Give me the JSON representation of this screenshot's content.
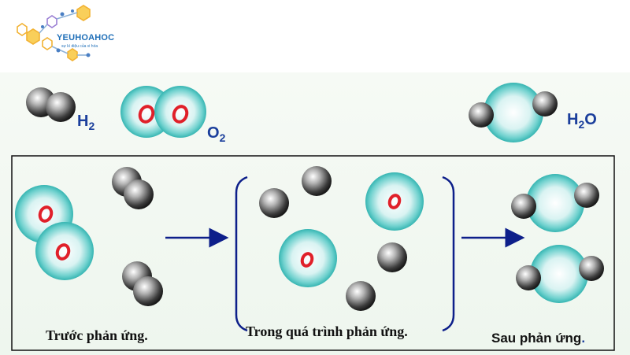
{
  "logo": {
    "name": "YEUHOAHOC",
    "tagline": "sự kì diệu của vi hóa"
  },
  "legend": {
    "h2": {
      "symbol": "H",
      "subscript": "2"
    },
    "o2": {
      "symbol": "O",
      "subscript": "2"
    },
    "h2o": {
      "prefix": "H",
      "subscript": "2",
      "suffix": "O"
    }
  },
  "captions": {
    "before": "Trước phản ứng.",
    "during": "Trong quá trình phản ứng.",
    "after": "Sau phản ứng",
    "after_dot": "."
  },
  "colors": {
    "oxygen_atom": "#4fc7c4",
    "oxygen_ring": "#e0202a",
    "hydrogen_atom": "#4a4a4a",
    "arrow": "#0d1f8a",
    "formula_text": "#1b3f9c"
  }
}
